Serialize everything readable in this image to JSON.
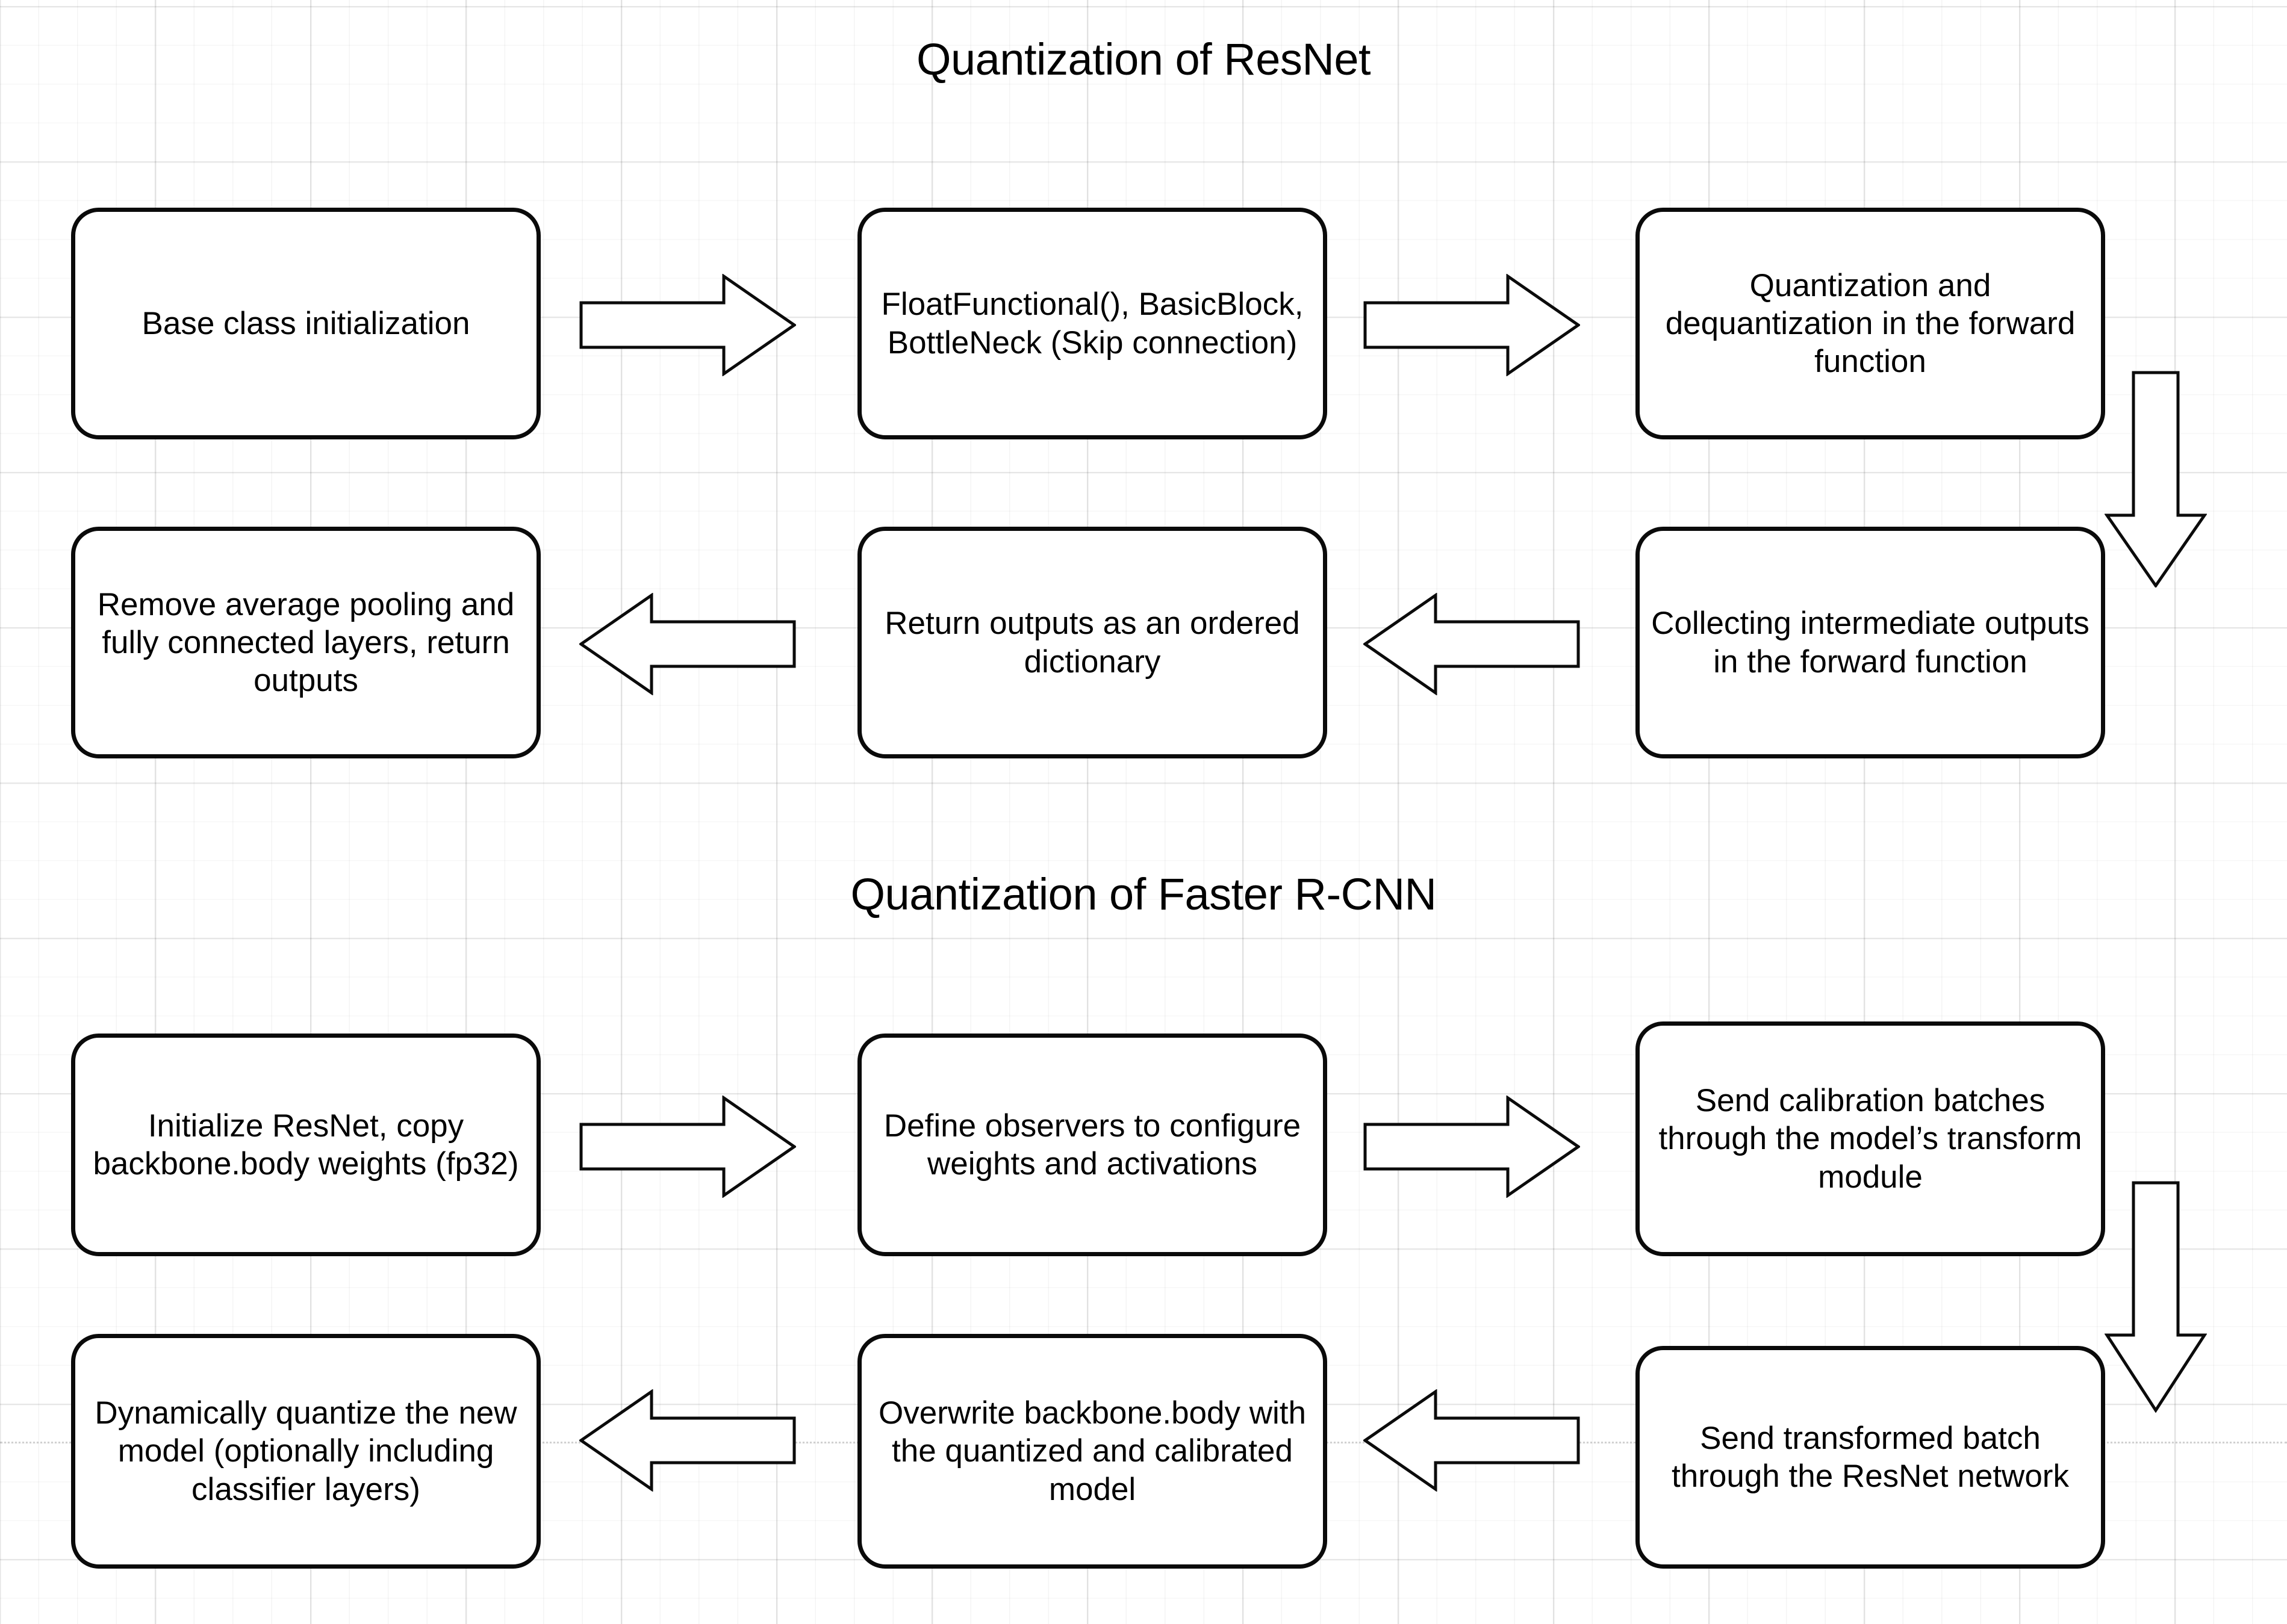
{
  "diagram": {
    "title_resnet": "Quantization of ResNet",
    "title_frcnn": "Quantization of Faster R-CNN",
    "sections": [
      {
        "id": "resnet",
        "title": "Quantization of ResNet",
        "nodes": [
          {
            "id": "n1",
            "label": "Base class initialization"
          },
          {
            "id": "n2",
            "label": "FloatFunctional(), BasicBlock, BottleNeck (Skip connection)"
          },
          {
            "id": "n3",
            "label": "Quantization and dequantization in the forward function"
          },
          {
            "id": "n4",
            "label": "Collecting intermediate outputs in the forward function"
          },
          {
            "id": "n5",
            "label": "Return outputs as an ordered dictionary"
          },
          {
            "id": "n6",
            "label": "Remove average pooling and fully connected layers, return outputs"
          }
        ],
        "arrows": [
          {
            "id": "a1",
            "direction": "right",
            "from": "n1",
            "to": "n2"
          },
          {
            "id": "a2",
            "direction": "right",
            "from": "n2",
            "to": "n3"
          },
          {
            "id": "a3",
            "direction": "down",
            "from": "n3",
            "to": "n4"
          },
          {
            "id": "a4",
            "direction": "left",
            "from": "n4",
            "to": "n5"
          },
          {
            "id": "a5",
            "direction": "left",
            "from": "n5",
            "to": "n6"
          }
        ]
      },
      {
        "id": "frcnn",
        "title": "Quantization of Faster R-CNN",
        "nodes": [
          {
            "id": "m1",
            "label": "Initialize ResNet, copy backbone.body weights (fp32)"
          },
          {
            "id": "m2",
            "label": "Define observers to configure weights and activations"
          },
          {
            "id": "m3",
            "label": "Send calibration batches through the model’s transform module"
          },
          {
            "id": "m4",
            "label": "Send transformed batch through the ResNet network"
          },
          {
            "id": "m5",
            "label": "Overwrite backbone.body with the quantized and calibrated model"
          },
          {
            "id": "m6",
            "label": "Dynamically quantize the new model (optionally including classifier layers)"
          }
        ],
        "arrows": [
          {
            "id": "b1",
            "direction": "right",
            "from": "m1",
            "to": "m2"
          },
          {
            "id": "b2",
            "direction": "right",
            "from": "m2",
            "to": "m3"
          },
          {
            "id": "b3",
            "direction": "down",
            "from": "m3",
            "to": "m4"
          },
          {
            "id": "b4",
            "direction": "left",
            "from": "m4",
            "to": "m5"
          },
          {
            "id": "b5",
            "direction": "left",
            "from": "m5",
            "to": "m6"
          }
        ]
      }
    ],
    "colors": {
      "stroke": "#0a0a0a",
      "fill": "#ffffff",
      "text": "#000000",
      "grid_minor": "#f2f2f2",
      "grid_major": "#e6e6e6"
    }
  }
}
